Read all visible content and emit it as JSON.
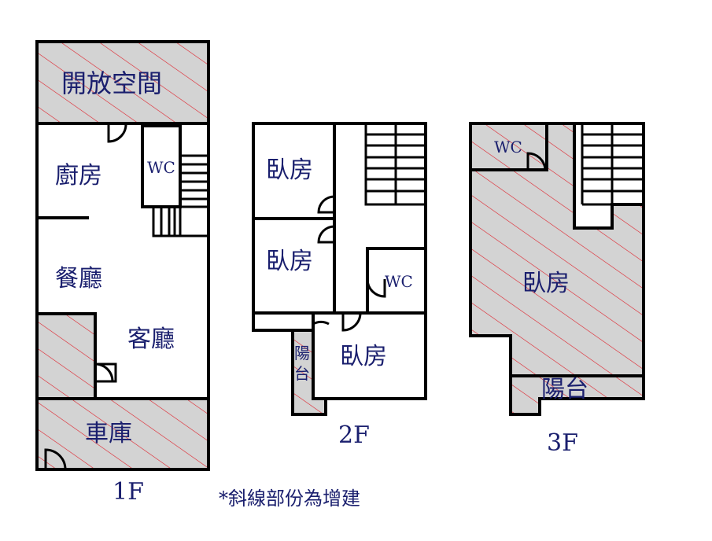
{
  "floors": {
    "f1": {
      "label": "1F",
      "rooms": {
        "open_space": "開放空間",
        "kitchen": "廚房",
        "wc": "WC",
        "dining": "餐廳",
        "living": "客廳",
        "garage": "車庫"
      }
    },
    "f2": {
      "label": "2F",
      "rooms": {
        "bedroom_1": "臥房",
        "bedroom_2": "臥房",
        "wc": "WC",
        "balcony_line1": "陽",
        "balcony_line2": "台",
        "bedroom_3": "臥房"
      }
    },
    "f3": {
      "label": "3F",
      "rooms": {
        "wc": "WC",
        "bedroom": "臥房",
        "balcony": "陽台"
      }
    }
  },
  "note": "*斜線部份為增建",
  "colors": {
    "text": "#1a1f6e",
    "addition_fill": "#d3d3d3",
    "hatch_line": "#e0202a",
    "wall": "#000000"
  }
}
